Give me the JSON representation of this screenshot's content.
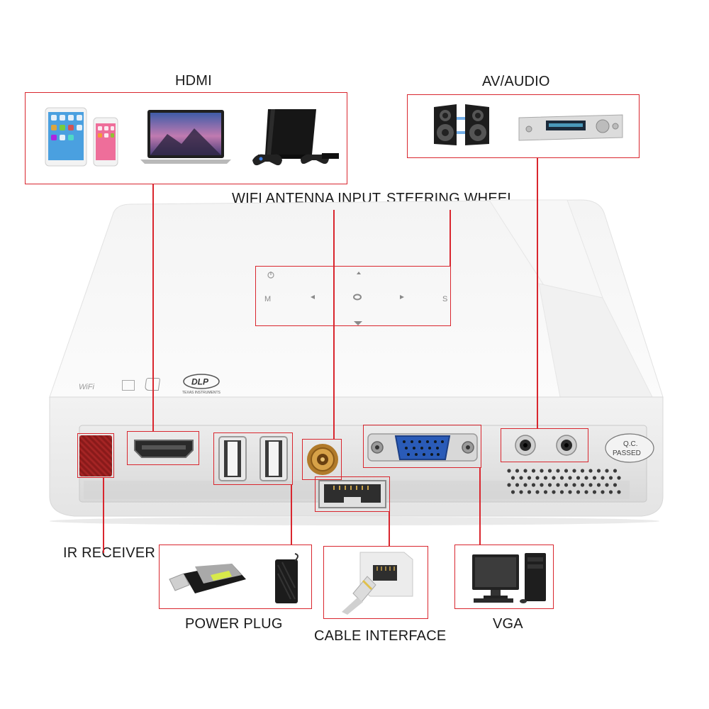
{
  "labels": {
    "hdmi": "HDMI",
    "av_audio": "AV/AUDIO",
    "wifi_antenna_input": "WIFI ANTENNA INPUT",
    "steering_wheel": "STEERING WHEEL",
    "ir_receiver": "IR RECEIVER",
    "power_plug": "POWER PLUG",
    "cable_interface": "CABLE INTERFACE",
    "vga": "VGA"
  },
  "device": {
    "keypad": {
      "menu": "M",
      "source": "S"
    },
    "badges": {
      "wifi": "WiFi",
      "dlp": "DLP",
      "ti": "TEXAS INSTRUMENTS",
      "qc_line1": "Q.C.",
      "qc_line2": "PASSED"
    }
  },
  "colors": {
    "accent_red": "#d9262e",
    "vga_blue": "#2a5bb8"
  },
  "icons": [
    "tablet-phone-icon",
    "laptop-icon",
    "game-console-icon",
    "speakers-icon",
    "av-receiver-icon",
    "usb-drive-icon",
    "hard-drive-icon",
    "ethernet-cable-icon",
    "desktop-pc-icon"
  ]
}
